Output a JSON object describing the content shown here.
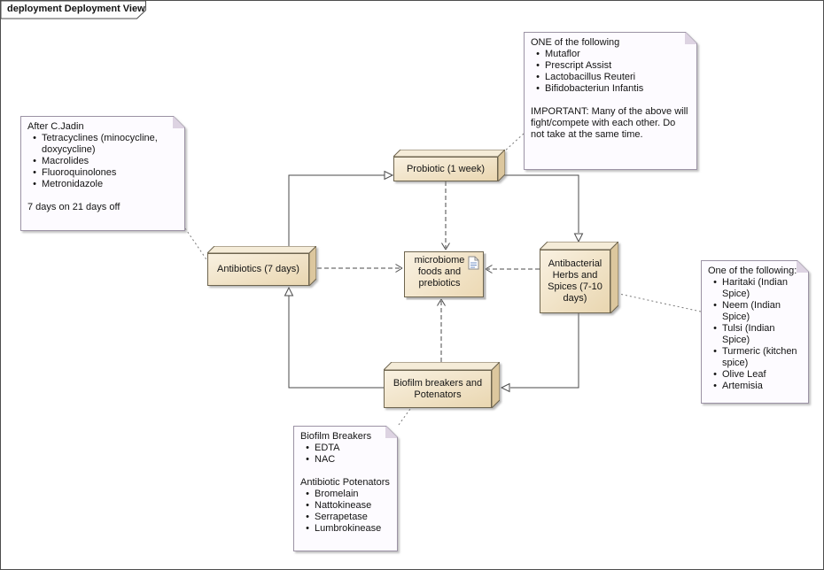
{
  "frame": {
    "label": "deployment Deployment View"
  },
  "colors": {
    "node_fill_light": "#f9f1e1",
    "node_fill_dark": "#e9d6b0",
    "node_border": "#6e654f",
    "note_fill": "#fdfbff",
    "note_border": "#9c93a5",
    "connector": "#4a4a4a"
  },
  "nodes": {
    "probiotic": {
      "label": "Probiotic (1 week)"
    },
    "antibiotics": {
      "label": "Antibiotics (7 days)"
    },
    "herbs": {
      "label": "Antibacterial Herbs and Spices (7-10 days)"
    },
    "biofilm": {
      "label": "Biofilm breakers and Potenators"
    },
    "microbiome": {
      "label": "microbiome foods and prebiotics"
    }
  },
  "notes": {
    "jadin": {
      "title": "After C.Jadin",
      "bullets": [
        "Tetracyclines (minocycline, doxycycline)",
        "Macrolides",
        "Fluoroquinolones",
        "Metronidazole"
      ],
      "footer": "7 days on 21 days off"
    },
    "probiotic_options": {
      "title": "ONE of the following",
      "bullets": [
        "Mutaflor",
        "Prescript Assist",
        "Lactobacillus Reuteri",
        "Bifidobacteriun Infantis"
      ],
      "footer": "IMPORTANT: Many of the above will fight/compete with each other. Do not take at the same time."
    },
    "herb_options": {
      "title": "One of the following:",
      "bullets": [
        "Haritaki (Indian Spice)",
        "Neem (Indian Spice)",
        "Tulsi (Indian Spice)",
        "Turmeric (kitchen spice)",
        "Olive Leaf",
        "Artemisia"
      ]
    },
    "biofilm_detail": {
      "title": "Biofilm Breakers",
      "bullets": [
        "EDTA",
        "NAC"
      ],
      "title2": "Antibiotic Potenators",
      "bullets2": [
        "Bromelain",
        "Nattokinease",
        "Serrapetase",
        "Lumbrokinease"
      ]
    }
  }
}
